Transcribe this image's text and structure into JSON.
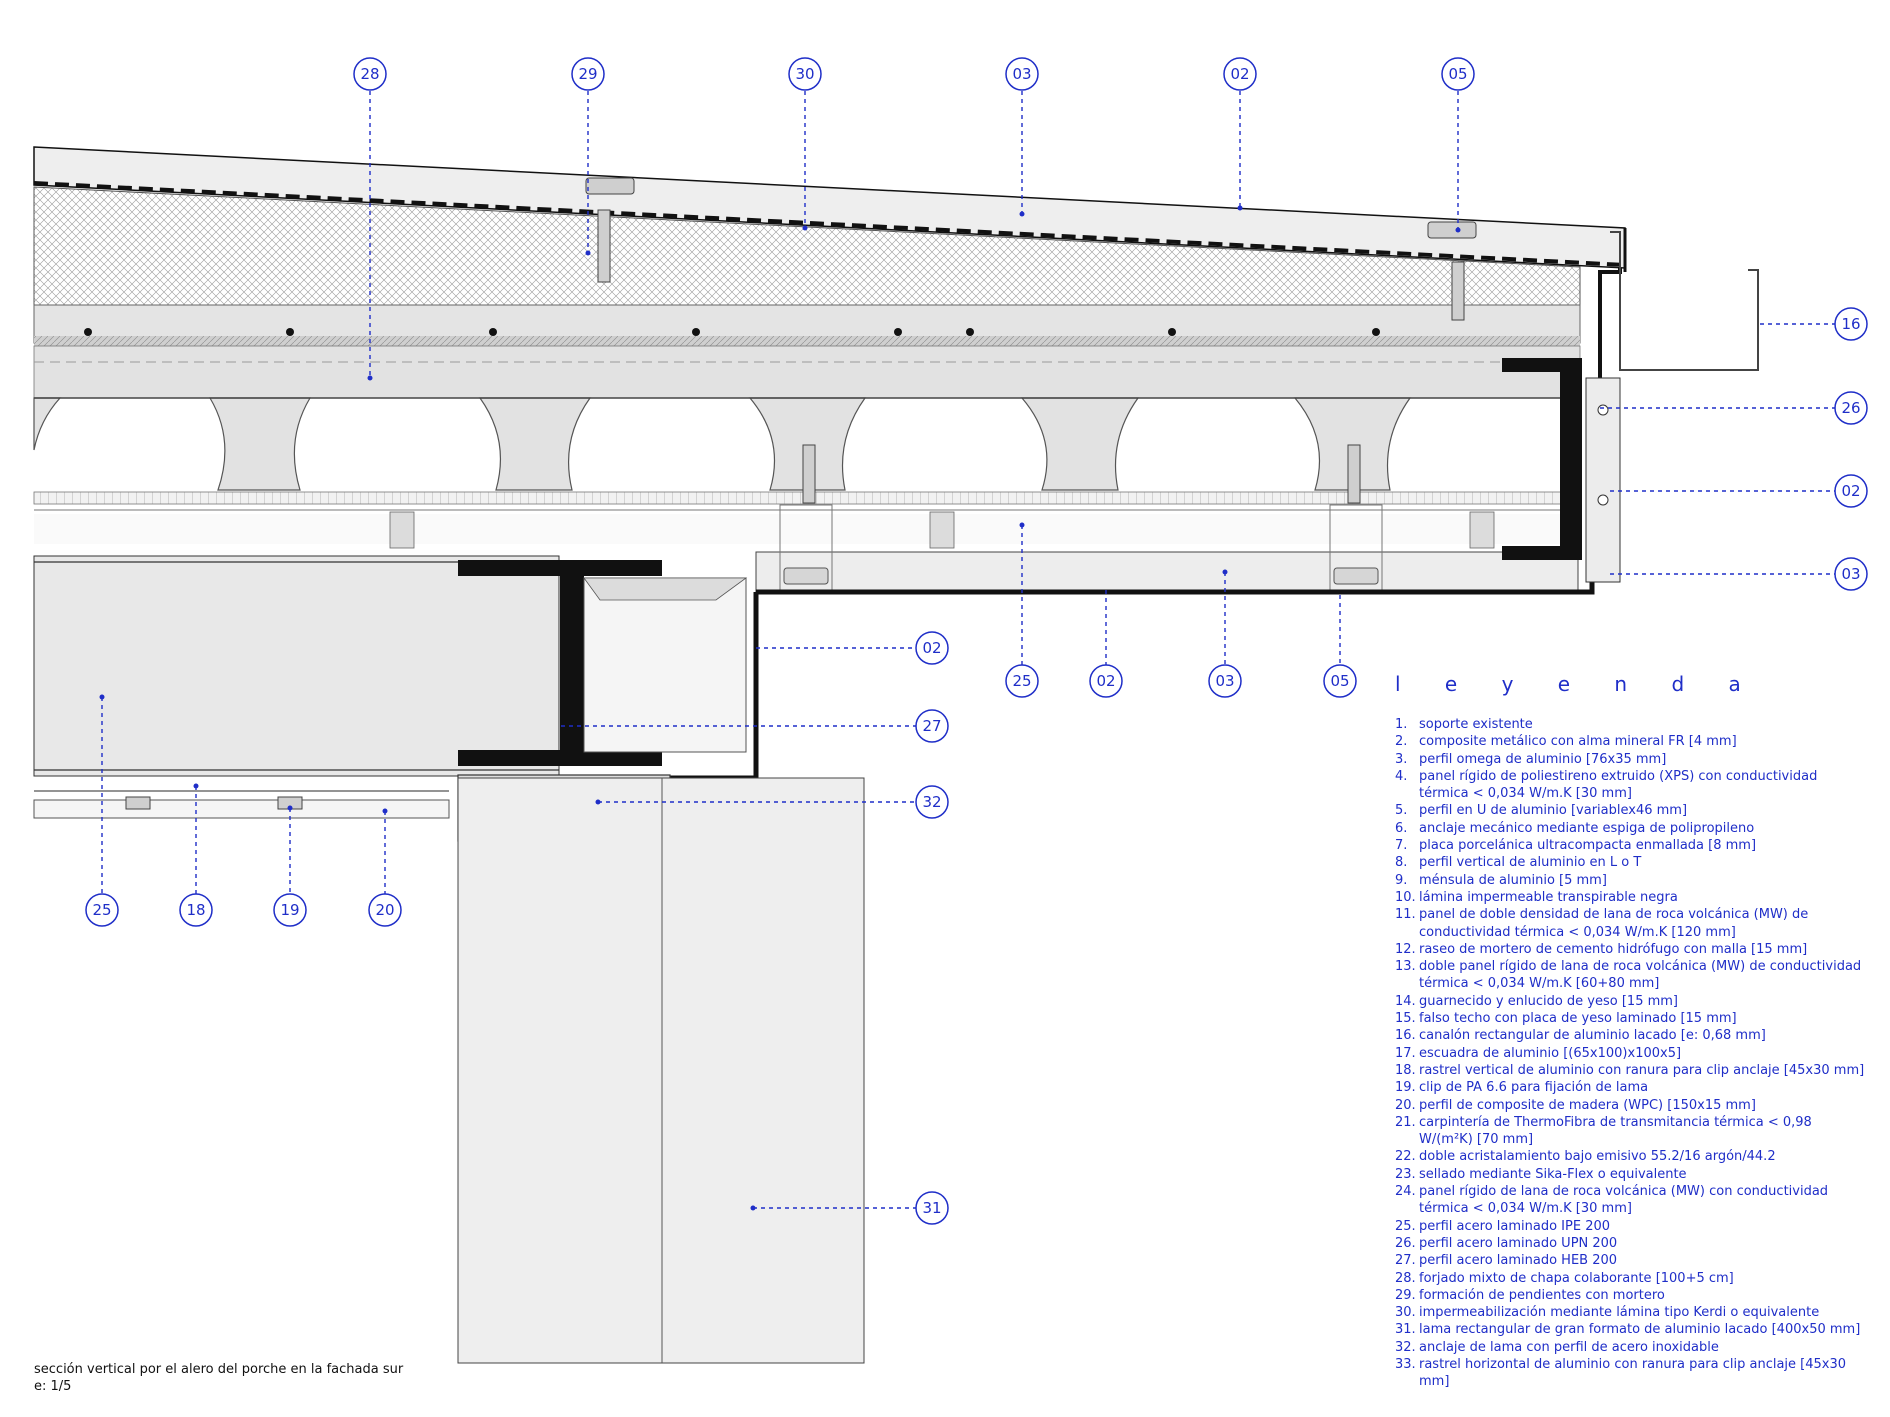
{
  "legend": {
    "title": "l e y e n d a",
    "items": [
      {
        "num": "1.",
        "text": "soporte existente"
      },
      {
        "num": "2.",
        "text": "composite metálico con alma mineral FR [4 mm]"
      },
      {
        "num": "3.",
        "text": "perfil omega de aluminio  [76x35 mm]"
      },
      {
        "num": "4.",
        "text": "panel rígido de poliestireno extruido (XPS) con conductividad térmica < 0,034 W/m.K [30 mm]"
      },
      {
        "num": "5.",
        "text": "perfil en U de aluminio  [variablex46 mm]"
      },
      {
        "num": "6.",
        "text": "anclaje mecánico mediante espiga de polipropileno"
      },
      {
        "num": "7.",
        "text": "placa porcelánica ultracompacta enmallada [8 mm]"
      },
      {
        "num": "8.",
        "text": "perfil vertical de aluminio en L o T"
      },
      {
        "num": "9.",
        "text": "ménsula de aluminio [5 mm]"
      },
      {
        "num": "10.",
        "text": "lámina impermeable transpirable negra"
      },
      {
        "num": "11.",
        "text": "panel de doble densidad de lana de roca volcánica (MW) de conductividad térmica < 0,034 W/m.K [120 mm]"
      },
      {
        "num": "12.",
        "text": "raseo de mortero de cemento hidrófugo con malla [15 mm]"
      },
      {
        "num": "13.",
        "text": "doble panel rígido de lana de roca volcánica (MW) de conductividad térmica < 0,034 W/m.K [60+80 mm]"
      },
      {
        "num": "14.",
        "text": "guarnecido y enlucido de yeso [15 mm]"
      },
      {
        "num": "15.",
        "text": "falso techo con placa de yeso laminado [15 mm]"
      },
      {
        "num": "16.",
        "text": "canalón rectangular de aluminio lacado [e: 0,68 mm]"
      },
      {
        "num": "17.",
        "text": "escuadra de aluminio [(65x100)x100x5]"
      },
      {
        "num": "18.",
        "text": "rastrel vertical de aluminio con ranura para clip anclaje [45x30 mm]"
      },
      {
        "num": "19.",
        "text": "clip de PA 6.6 para fijación de lama"
      },
      {
        "num": "20.",
        "text": "perfil de composite de madera (WPC) [150x15 mm]"
      },
      {
        "num": "21.",
        "text": "carpintería de ThermoFibra de transmitancia térmica < 0,98 W/(m²K) [70 mm]"
      },
      {
        "num": "22.",
        "text": "doble acristalamiento bajo emisivo 55.2/16 argón/44.2"
      },
      {
        "num": "23.",
        "text": "sellado mediante Sika-Flex o equivalente"
      },
      {
        "num": "24.",
        "text": "panel rígido de lana de roca volcánica (MW) con conductividad térmica < 0,034 W/m.K [30 mm]"
      },
      {
        "num": "25.",
        "text": "perfil acero laminado IPE 200"
      },
      {
        "num": "26.",
        "text": "perfil acero laminado UPN 200"
      },
      {
        "num": "27.",
        "text": "perfil acero laminado HEB 200"
      },
      {
        "num": "28.",
        "text": "forjado mixto de chapa colaborante [100+5 cm]"
      },
      {
        "num": "29.",
        "text": "formación de pendientes con mortero"
      },
      {
        "num": "30.",
        "text": "impermeabilización mediante lámina tipo Kerdi o equivalente"
      },
      {
        "num": "31.",
        "text": "lama rectangular de gran formato de aluminio lacado [400x50 mm]"
      },
      {
        "num": "32.",
        "text": "anclaje de lama con perfil de acero inoxidable"
      },
      {
        "num": "33.",
        "text": "rastrel horizontal de aluminio con ranura para clip anclaje [45x30 mm]"
      }
    ]
  },
  "caption": {
    "line1": "sección vertical por el alero del porche en la fachada sur",
    "line2": "e: 1/5"
  },
  "callouts": {
    "top": [
      "28",
      "29",
      "30",
      "03",
      "02",
      "05"
    ],
    "right": [
      "16",
      "26",
      "02",
      "03"
    ],
    "mid": [
      "02",
      "27",
      "32",
      "31"
    ],
    "under_beam": [
      "25",
      "02",
      "03",
      "05"
    ],
    "bottom_left": [
      "25",
      "18",
      "19",
      "20"
    ]
  },
  "colors": {
    "annotation": "#1f2ec8",
    "section_fill": "#e6e6e6",
    "steel": "#111111",
    "cladding": "#eeeeee"
  }
}
